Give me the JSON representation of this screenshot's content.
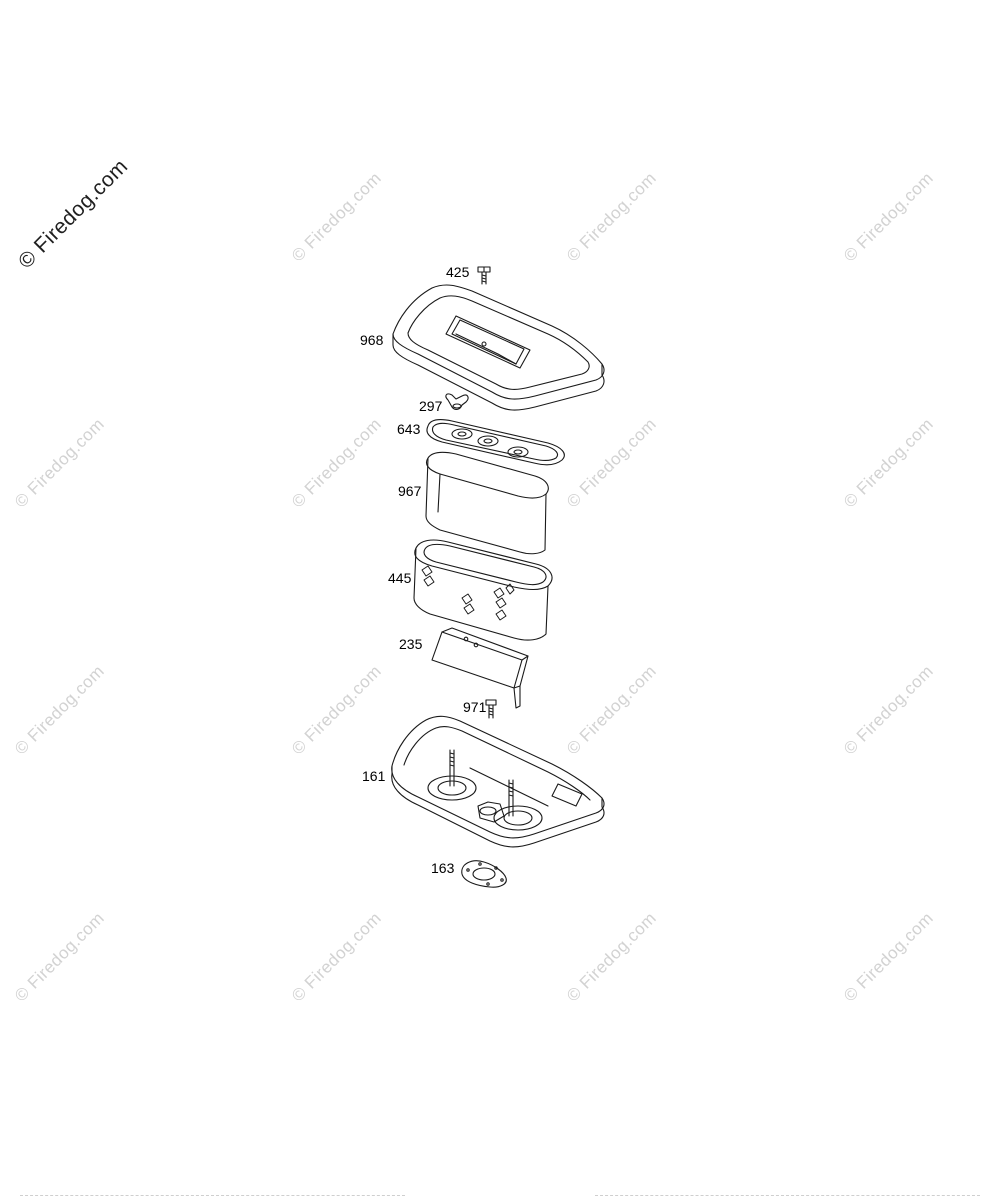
{
  "watermark": {
    "main_text": "© Firedog.com",
    "repeat_text": "© Firedog.com"
  },
  "parts": [
    {
      "number": "425"
    },
    {
      "number": "968"
    },
    {
      "number": "297"
    },
    {
      "number": "643"
    },
    {
      "number": "967"
    },
    {
      "number": "445"
    },
    {
      "number": "235"
    },
    {
      "number": "971"
    },
    {
      "number": "161"
    },
    {
      "number": "163"
    }
  ]
}
